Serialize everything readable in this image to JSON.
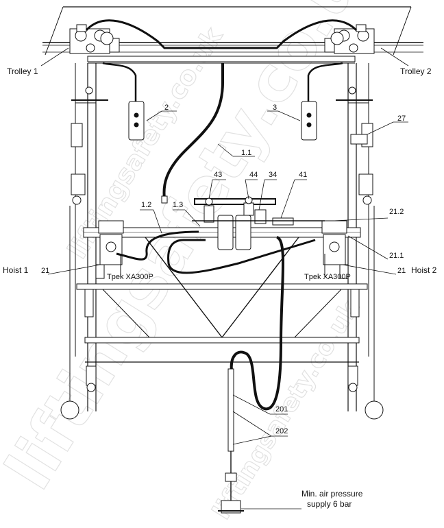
{
  "labels": {
    "trolley1": "Trolley 1",
    "trolley2": "Trolley 2",
    "hoist1": "Hoist 1",
    "hoist2": "Hoist 2",
    "pendant_left": "2",
    "pendant_right": "3",
    "part_27": "27",
    "hose_1_1": "1.1",
    "hose_1_2": "1.2",
    "hose_1_3": "1.3",
    "part_43": "43",
    "part_44": "44",
    "part_34": "34",
    "part_41": "41",
    "part_21_2": "21.2",
    "part_21_1": "21.1",
    "hoist1_part": "21",
    "hoist2_part": "21",
    "hose_201": "201",
    "hose_202": "202",
    "supply_line1": "Min. air pressure",
    "supply_line2": "supply 6 bar",
    "hoist_plate_left": "Tpek XA300P",
    "hoist_plate_right": "Tpek XA300P"
  },
  "watermark": {
    "main": "liftingsafety.co.uk",
    "top": "liftingsafety.co.uk",
    "bottom": "liftingsafety.co.uk"
  }
}
